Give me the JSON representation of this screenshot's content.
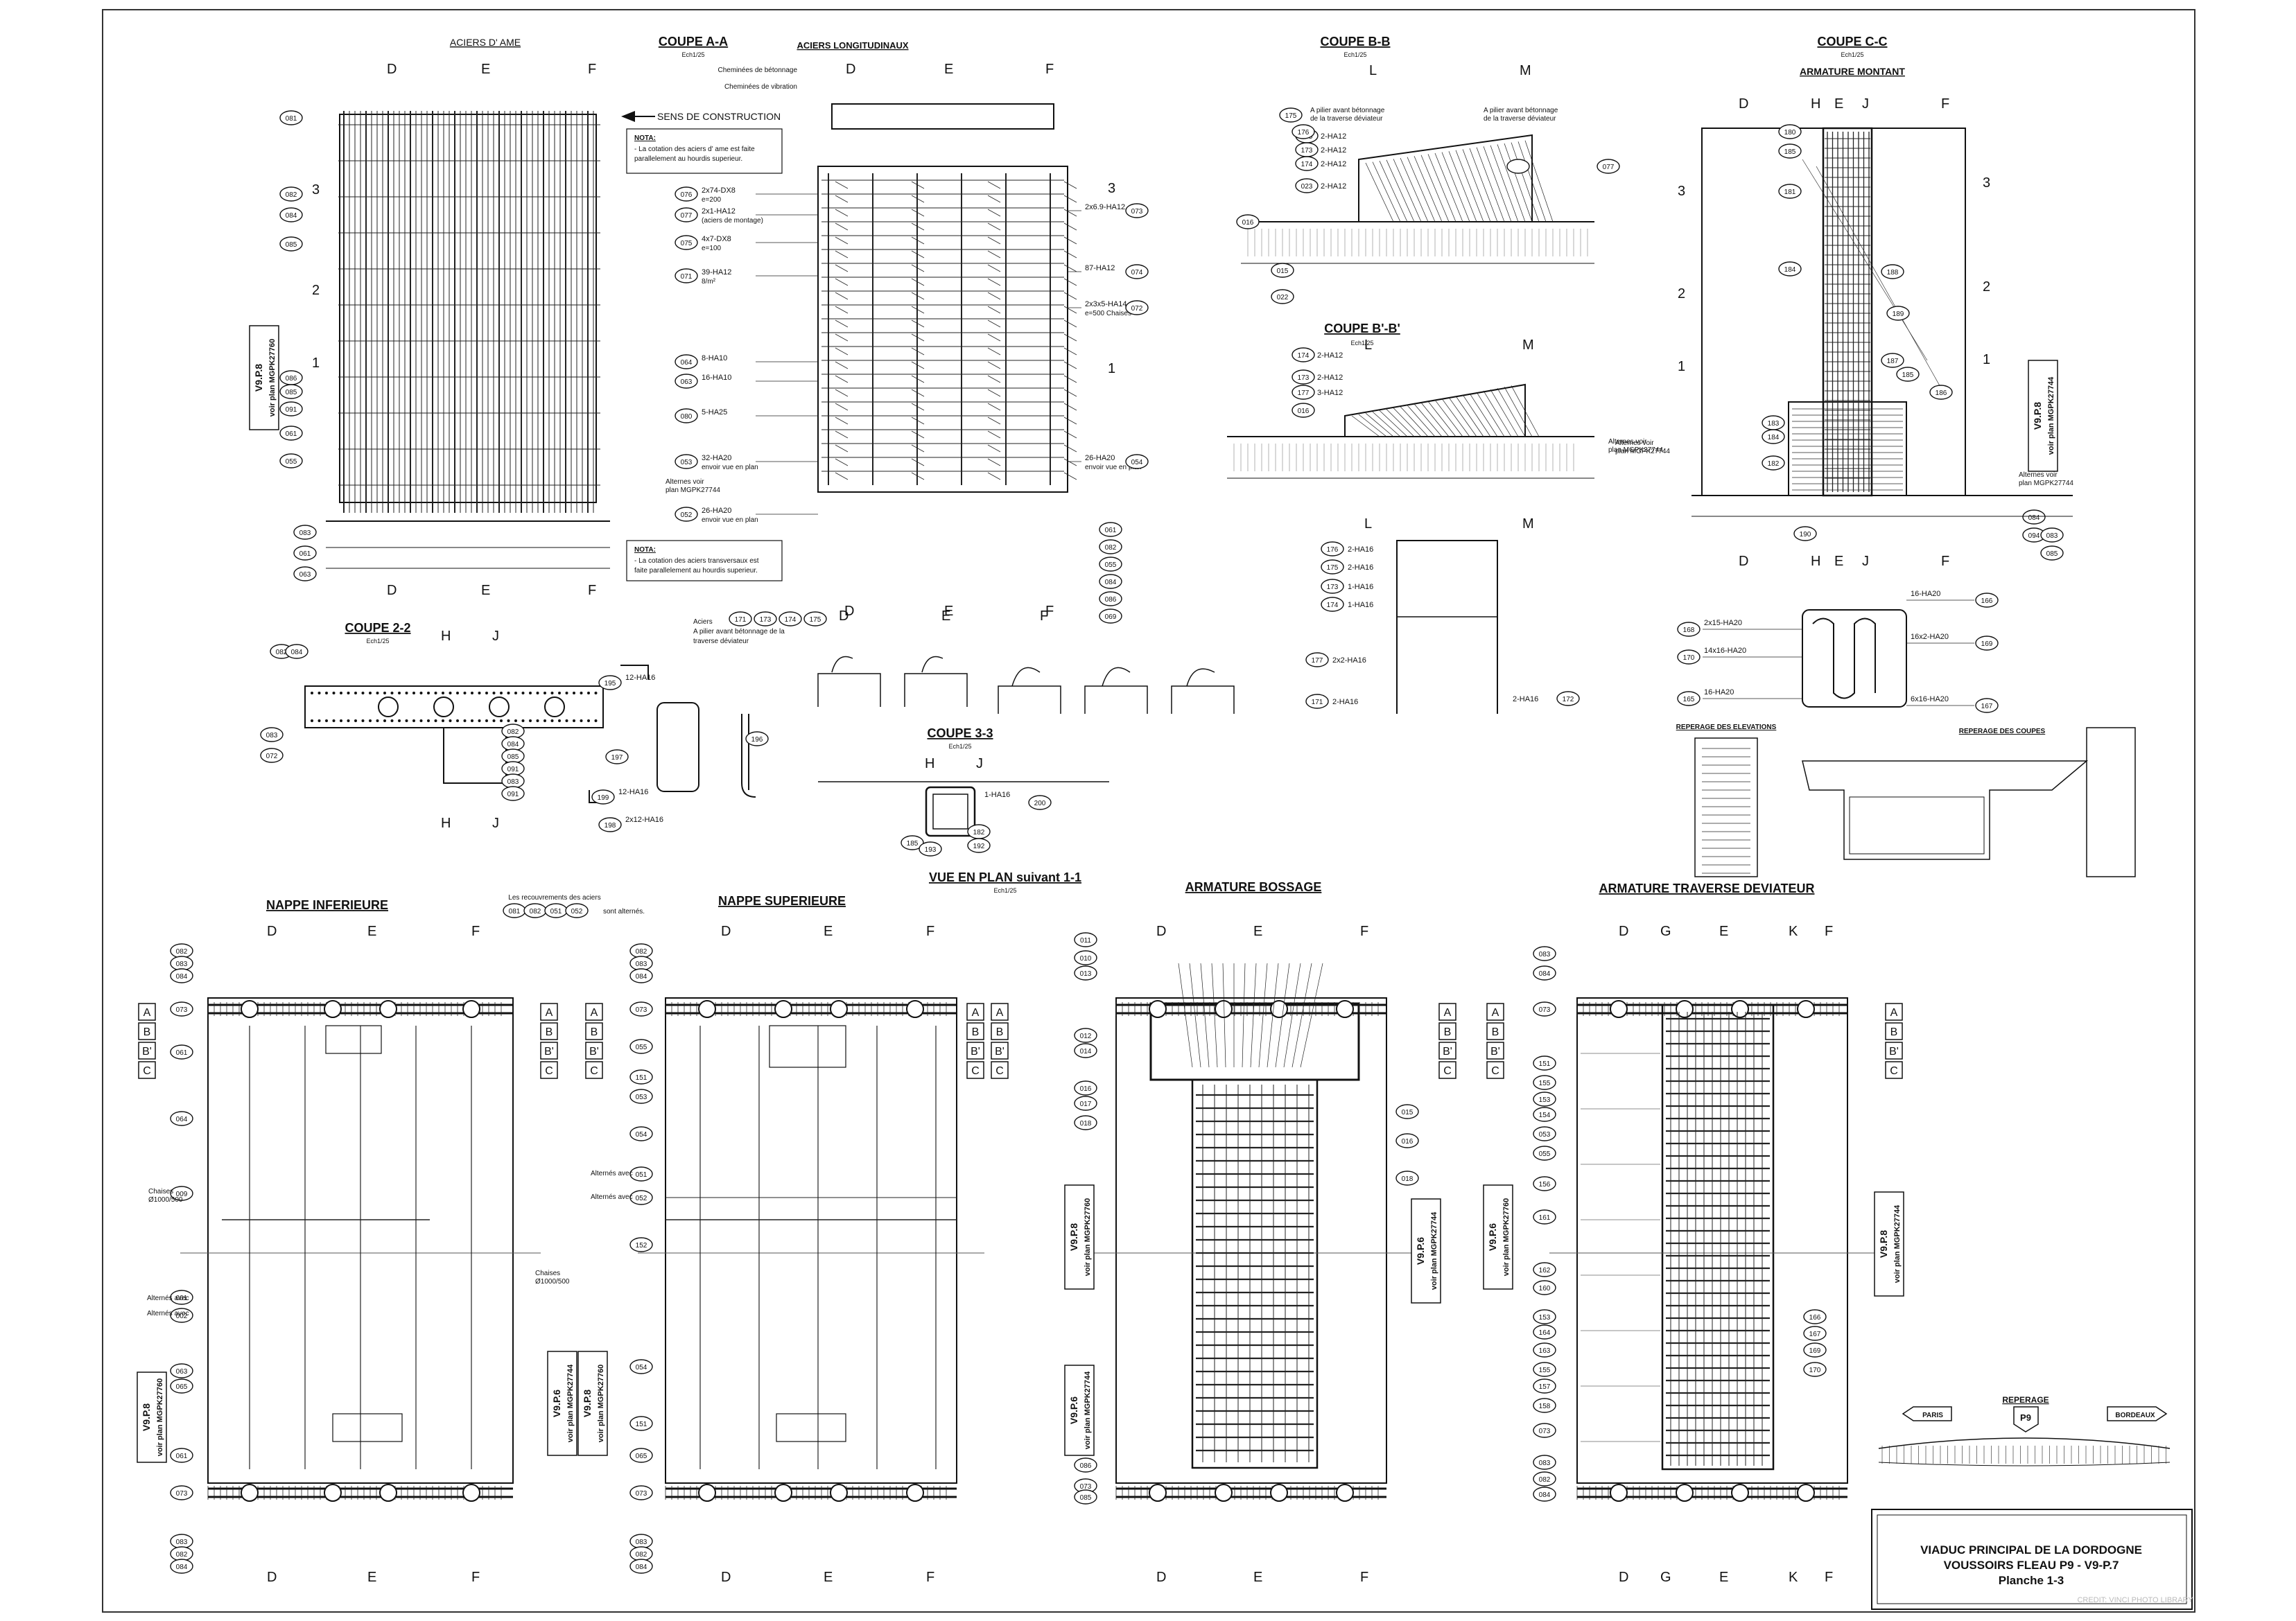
{
  "views": {
    "aciers_ame": {
      "title": "ACIERS D' AME",
      "grid": [
        "D",
        "E",
        "F"
      ],
      "sections": [
        "3",
        "2",
        "1"
      ],
      "marks": [
        "081",
        "082",
        "084",
        "086",
        "085",
        "091",
        "061",
        "055",
        "083",
        "061",
        "063",
        "085"
      ],
      "side_label_1": "V9.P.8",
      "side_label_2": "voir plan MGPK27760"
    },
    "coupe_aa": {
      "title": "COUPE A-A",
      "scale": "Ech1/25",
      "grid": [
        "D",
        "E",
        "F"
      ]
    },
    "aciers_long": {
      "title": "ACIERS LONGITUDINAUX",
      "sens": "SENS DE CONSTRUCTION",
      "nota_title": "NOTA:",
      "nota_text": [
        "- La cotation des aciers d' ame est faite",
        "parallelement au hourdis superieur."
      ],
      "nota2_text": [
        "- La cotation des aciers transversaux est",
        "faite parallelement au hourdis superieur."
      ],
      "chem_labels": [
        "Cheminées de bétonnage",
        "Cheminées de vibration"
      ],
      "bars_left": [
        {
          "mark": "076",
          "text": "2x74-DX8",
          "sub": "e=200"
        },
        {
          "mark": "077",
          "text": "2x1-HA12",
          "sub": "(aciers de montage)"
        },
        {
          "mark": "075",
          "text": "4x7-DX8",
          "sub": "e=100"
        },
        {
          "mark": "071",
          "text": "39-HA12",
          "sub": "8/m²"
        },
        {
          "mark": "064",
          "text": "8-HA10",
          "sub": ""
        },
        {
          "mark": "063",
          "text": "16-HA10",
          "sub": ""
        },
        {
          "mark": "080",
          "text": "5-HA25",
          "sub": ""
        },
        {
          "mark": "053",
          "text": "32-HA20",
          "sub": "envoir vue en plan"
        },
        {
          "mark": "052",
          "text": "26-HA20",
          "sub": "envoir vue en plan"
        }
      ],
      "bars_right": [
        {
          "mark": "073",
          "text": "2x6.9-HA12",
          "sub": ""
        },
        {
          "mark": "074",
          "text": "87-HA12",
          "sub": ""
        },
        {
          "mark": "072",
          "text": "2x3x5-HA14",
          "sub": "e=500 Chaises"
        },
        {
          "mark": "054",
          "text": "26-HA20",
          "sub": "envoir vue en plan"
        }
      ],
      "alt_label_1": "Alternes voir",
      "alt_label_2": "plan MGPK27744",
      "pier_note": [
        "Aciers",
        "A pilier avant bétonnage de la",
        "traverse déviateur"
      ],
      "pier_marks": [
        "171",
        "173",
        "174",
        "175"
      ],
      "right_marks": [
        "061",
        "082",
        "055",
        "084",
        "086",
        "069"
      ]
    },
    "coupe_22": {
      "title": "COUPE 2-2",
      "scale": "Ech1/25",
      "grid_top": [
        "H",
        "J"
      ],
      "grid_bottom": [
        "H",
        "J"
      ],
      "marks_left": [
        "082",
        "084",
        "083",
        "072"
      ],
      "marks_right": [
        "082",
        "084",
        "085",
        "091",
        "083",
        "091"
      ],
      "bars": [
        {
          "mark": "195",
          "text": "12-HA16"
        },
        {
          "mark": "199",
          "text": "12-HA16"
        },
        {
          "mark": "198",
          "text": "2x12-HA16"
        },
        {
          "mark": "197",
          "text": ""
        },
        {
          "mark": "196",
          "text": ""
        }
      ]
    },
    "coupe_33": {
      "title": "COUPE 3-3",
      "scale": "Ech1/25",
      "grid": [
        "H",
        "J"
      ],
      "bars": [
        {
          "mark": "200",
          "text": "1-HA16"
        }
      ],
      "marks": [
        "185",
        "193",
        "182",
        "192"
      ]
    },
    "coupe_bb": {
      "title": "COUPE B-B",
      "scale": "Ech1/25",
      "grid": [
        "L",
        "M"
      ],
      "note_left": [
        "A pilier avant bétonnage",
        "de la traverse déviateur"
      ],
      "note_right": [
        "A pilier avant bétonnage",
        "de la traverse déviateur"
      ],
      "bars": [
        {
          "mark": "175",
          "text": "2-HA12"
        },
        {
          "mark": "173",
          "text": "2-HA12"
        },
        {
          "mark": "174",
          "text": "2-HA12"
        },
        {
          "mark": "023",
          "text": "2-HA12"
        }
      ],
      "marks": [
        "175",
        "176",
        "173",
        "174",
        "077",
        "023",
        "016",
        "015",
        "022"
      ]
    },
    "coupe_bpb": {
      "title": "COUPE B'-B'",
      "scale": "Ech1/25",
      "grid": [
        "L",
        "M"
      ],
      "bars": [
        {
          "mark": "174",
          "text": "2-HA12"
        },
        {
          "mark": "173",
          "text": "2-HA12"
        },
        {
          "mark": "177",
          "text": "3-HA12"
        },
        {
          "mark": "016",
          "text": ""
        }
      ],
      "alt_label_1": "Alternes voir",
      "alt_label_2": "plan MGPK27744"
    },
    "coupe_bb_details": {
      "bars": [
        {
          "mark": "176",
          "text": "2-HA16"
        },
        {
          "mark": "175",
          "text": "2-HA16"
        },
        {
          "mark": "173",
          "text": "1-HA16"
        },
        {
          "mark": "174",
          "text": "1-HA16"
        },
        {
          "mark": "177",
          "text": "2x2-HA16"
        },
        {
          "mark": "171",
          "text": "2-HA16"
        },
        {
          "mark": "172",
          "text": "2-HA16"
        }
      ]
    },
    "coupe_cc": {
      "title": "COUPE C-C",
      "scale": "Ech1/25",
      "subtitle": "ARMATURE MONTANT",
      "grid_top": [
        "D",
        "H",
        "E",
        "J",
        "F"
      ],
      "grid_bottom": [
        "D",
        "H",
        "E",
        "J",
        "F"
      ],
      "sections": [
        "3",
        "2",
        "1"
      ],
      "marks": [
        "180",
        "185",
        "181",
        "184",
        "188",
        "189",
        "187",
        "186",
        "183",
        "184",
        "182",
        "190",
        "185"
      ],
      "side_label_1": "V9.P.8",
      "side_label_2": "voir plan MGPK27744",
      "alt_label_1": "Alternes voir",
      "alt_label_2": "plan MGPK27744",
      "right_marks": [
        "084",
        "094",
        "083",
        "085"
      ]
    },
    "stirrups": {
      "bars": [
        {
          "mark": "168",
          "text": "2x15-HA20"
        },
        {
          "mark": "170",
          "text": "14x16-HA20"
        },
        {
          "mark": "165",
          "text": "16-HA20"
        },
        {
          "mark": "166",
          "text": "16-HA20"
        },
        {
          "mark": "169",
          "text": "16x2-HA20"
        },
        {
          "mark": "167",
          "text": "6x16-HA20"
        }
      ]
    },
    "reperage_elev": {
      "title": "REPERAGE DES ELEVATIONS"
    },
    "reperage_coupes": {
      "title": "REPERAGE DES COUPES"
    },
    "vue_en_plan": {
      "title": "VUE EN PLAN suivant 1-1",
      "scale": "Ech1/25",
      "recouvrements": "Les recouvrements des aciers",
      "recouvrements_2": "sont alternés.",
      "rec_marks": [
        "081",
        "082",
        "051",
        "052"
      ]
    },
    "nappe_inf": {
      "title": "NAPPE INFERIEURE",
      "grid": [
        "D",
        "E",
        "F"
      ],
      "sections": [
        "A",
        "B",
        "B'",
        "C"
      ],
      "marks_left": [
        "082",
        "083",
        "084",
        "073",
        "061",
        "064",
        "009",
        "001",
        "002",
        "063",
        "065",
        "061",
        "073",
        "083",
        "082",
        "084"
      ],
      "labels": [
        "Chaises",
        "Ø1000/500",
        "Chaises",
        "Ø1000/500",
        "Alternés avec",
        "Alternés avec"
      ],
      "side_label_1": "V9.P.8",
      "side_label_2": "voir plan MGPK27760"
    },
    "nappe_sup": {
      "title": "NAPPE SUPERIEURE",
      "grid": [
        "D",
        "E",
        "F"
      ],
      "sections": [
        "A",
        "B",
        "B'",
        "C"
      ],
      "marks_left": [
        "082",
        "083",
        "084",
        "073",
        "055",
        "151",
        "053",
        "054",
        "051",
        "052",
        "152",
        "054",
        "151",
        "065",
        "073",
        "083",
        "082",
        "084"
      ],
      "labels": [
        "Alternés avec",
        "Alternés avec"
      ],
      "side_label_1": "V9.P.6",
      "side_label_2": "voir plan MGPK27744",
      "side_label_3": "V9.P.8",
      "side_label_4": "voir plan MGPK27760"
    },
    "armature_bossage": {
      "title": "ARMATURE BOSSAGE",
      "grid": [
        "D",
        "E",
        "F"
      ],
      "sections": [
        "A",
        "B",
        "B'",
        "C"
      ],
      "marks_left": [
        "011",
        "010",
        "013",
        "012",
        "014",
        "016",
        "017",
        "018",
        "086",
        "073",
        "085"
      ],
      "marks_right": [
        "015",
        "016",
        "018"
      ],
      "side_label_1": "V9.P.8",
      "side_label_2": "voir plan MGPK27760",
      "side_label_3": "V9.P.6",
      "side_label_4": "voir plan MGPK27744"
    },
    "armature_traverse": {
      "title": "ARMATURE TRAVERSE DEVIATEUR",
      "grid": [
        "D",
        "G",
        "E",
        "K",
        "F"
      ],
      "sections": [
        "A",
        "B",
        "B'",
        "C"
      ],
      "marks_left": [
        "083",
        "084",
        "073",
        "151",
        "155",
        "153",
        "154",
        "053",
        "055",
        "156",
        "161",
        "162",
        "160",
        "153",
        "164",
        "163",
        "155",
        "157",
        "158",
        "073",
        "083",
        "082",
        "084"
      ],
      "marks_right": [
        "166",
        "167",
        "169",
        "170"
      ],
      "side_label_1": "V9.P.8",
      "side_label_2": "voir plan MGPK27744",
      "side_label_3": "V9.P.6",
      "side_label_4": "voir plan MGPK27760"
    },
    "reperage": {
      "title": "REPERAGE",
      "left": "PARIS",
      "right": "BORDEAUX",
      "pier": "P9"
    }
  },
  "title_block": {
    "line1": "VIADUC PRINCIPAL DE LA DORDOGNE",
    "line2": "VOUSSOIRS FLEAU P9 - V9-P.7",
    "line3": "Planche 1-3"
  },
  "credit": "CREDIT: VINCI PHOTO LIBRARY"
}
